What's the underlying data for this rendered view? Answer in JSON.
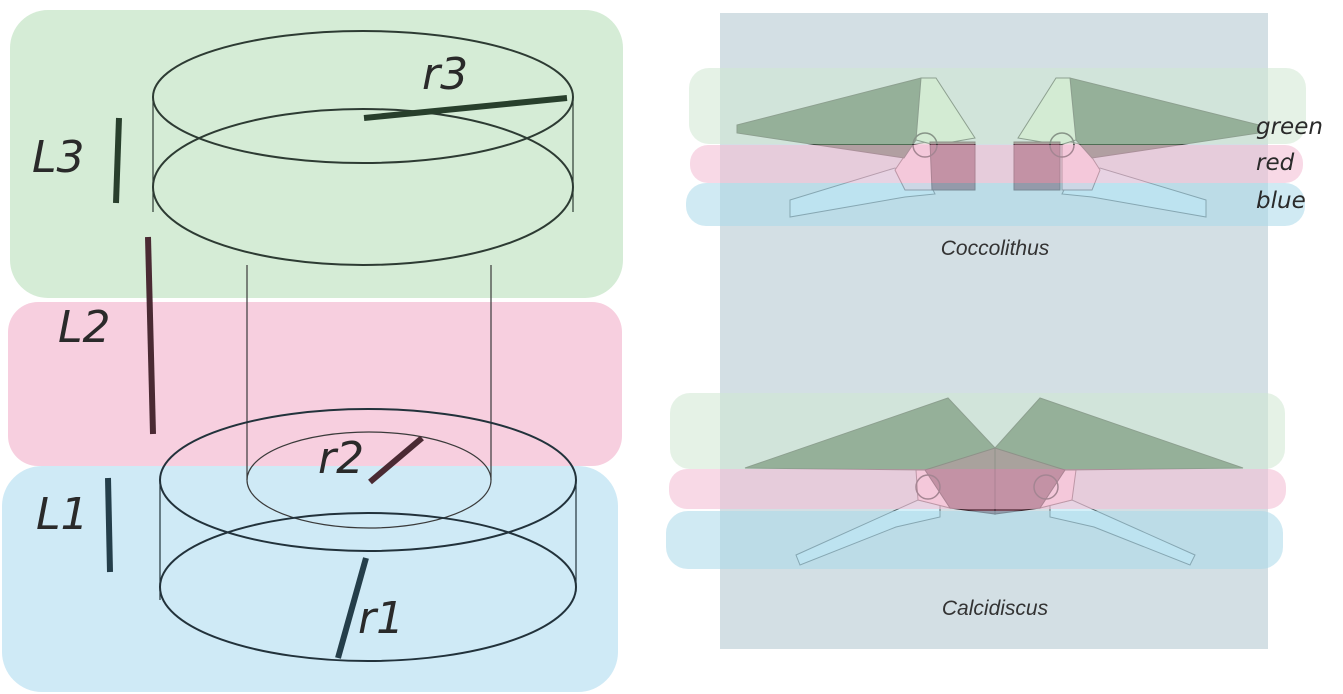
{
  "left_panel": {
    "labels": {
      "r1": "r1",
      "r2": "r2",
      "r3": "r3",
      "L1": "L1",
      "L2": "L2",
      "L3": "L3"
    },
    "bands": [
      {
        "name": "green",
        "color": "#d5ecd6"
      },
      {
        "name": "red",
        "color": "#f7cfdf"
      },
      {
        "name": "blue",
        "color": "#cfeaf6"
      }
    ]
  },
  "right_panel": {
    "legend": [
      "green",
      "red",
      "blue"
    ],
    "captions": {
      "top": "Coccolithus",
      "bottom": "Calcidiscus"
    }
  },
  "colors": {
    "green_band": "#cfe8d2",
    "red_band": "#f3bfd6",
    "blue_band": "#aad8ea",
    "panel_bg": "#d3dfe4",
    "dark_green_shield": "#4f6e54",
    "pale_green_shield": "#d8efd4",
    "tube": "#7a4f5e",
    "pale_blue_shield": "#d4eff8",
    "pale_pink_shield": "#f5d4e0",
    "bar_dark": "#283f2c"
  }
}
